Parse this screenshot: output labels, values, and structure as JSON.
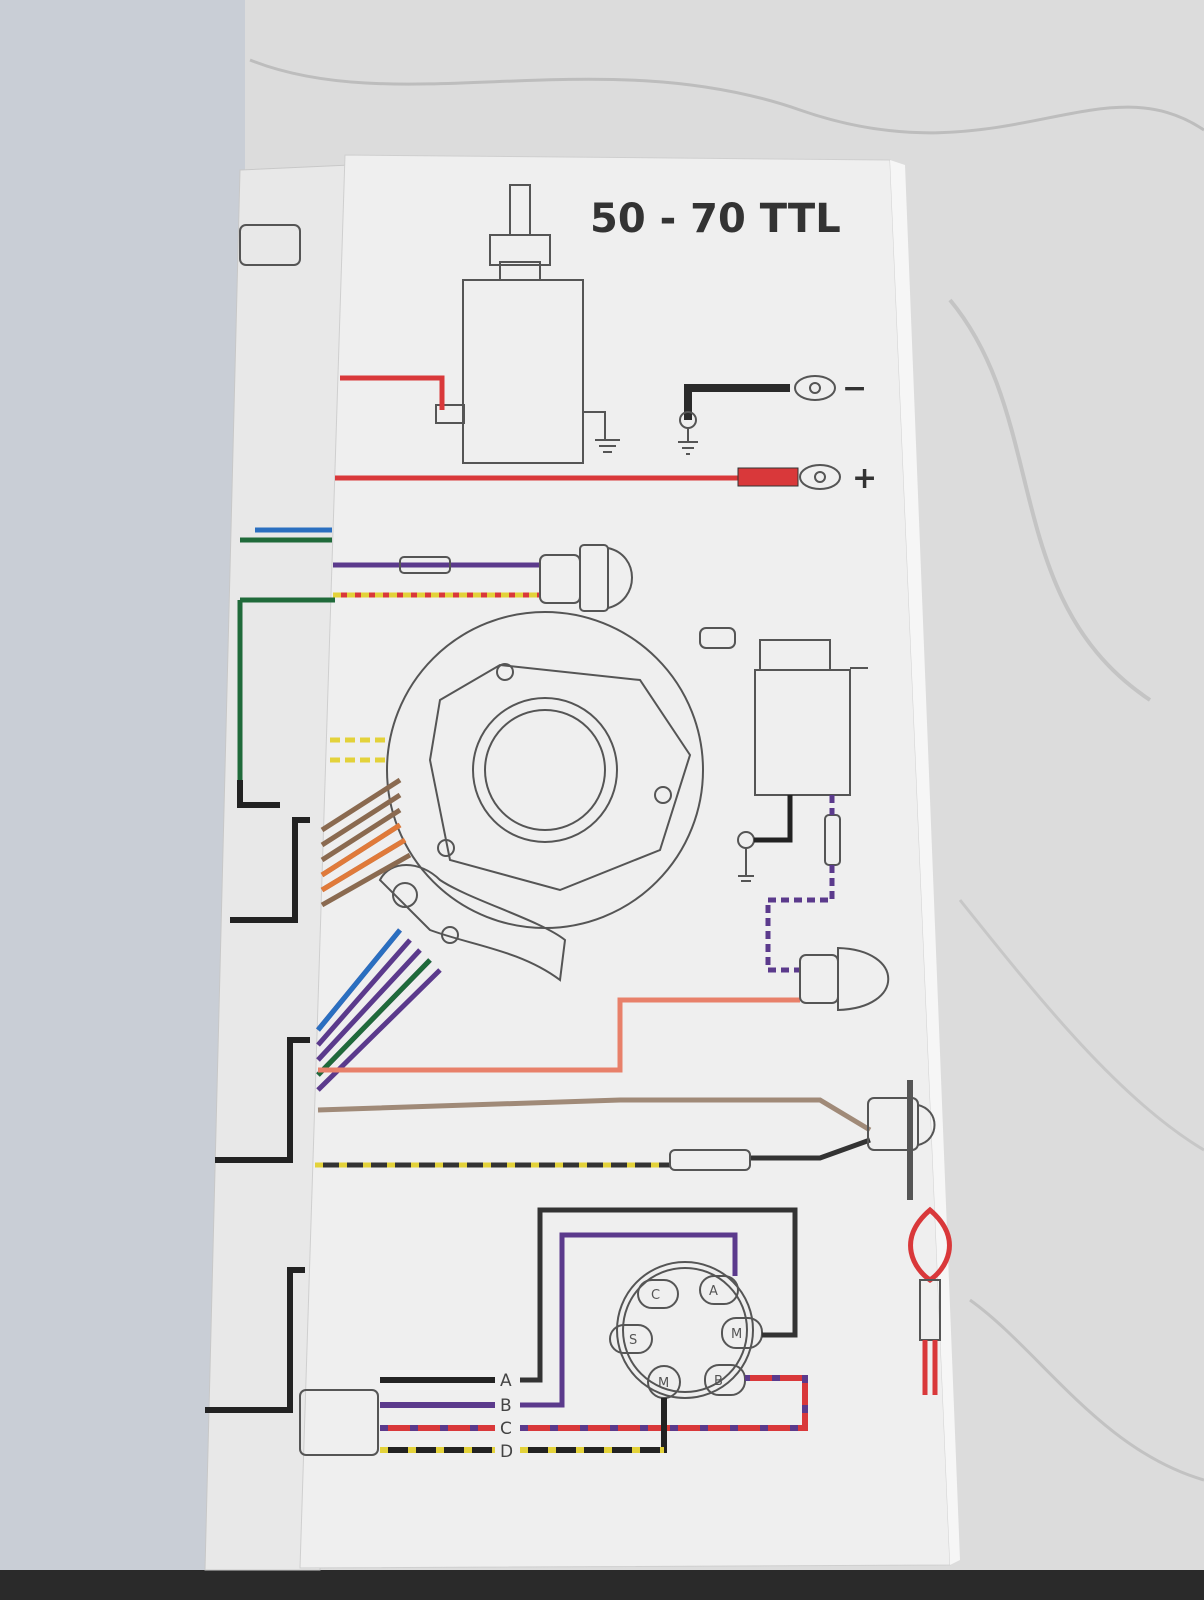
{
  "diagram": {
    "title": "50 - 70 TTL",
    "battery": {
      "negative_label": "−",
      "positive_label": "+"
    },
    "harness_labels": [
      "A",
      "B",
      "C",
      "D"
    ],
    "ignition_switch_terminals": [
      "C",
      "A",
      "S",
      "M",
      "M",
      "B"
    ]
  },
  "colors": {
    "background_marble": "#d9d9d9",
    "page": "#efefef",
    "left_page": "#c9ced6",
    "wire_red": "#d9383a",
    "wire_purple": "#5b3a8c",
    "wire_yellow": "#e3d23a",
    "wire_black": "#222222",
    "wire_tan": "#a08a78",
    "wire_blue": "#2a6fc0",
    "wire_green": "#1f6a3a",
    "wire_orange": "#e07a3a",
    "wire_salmon": "#e8806a"
  }
}
